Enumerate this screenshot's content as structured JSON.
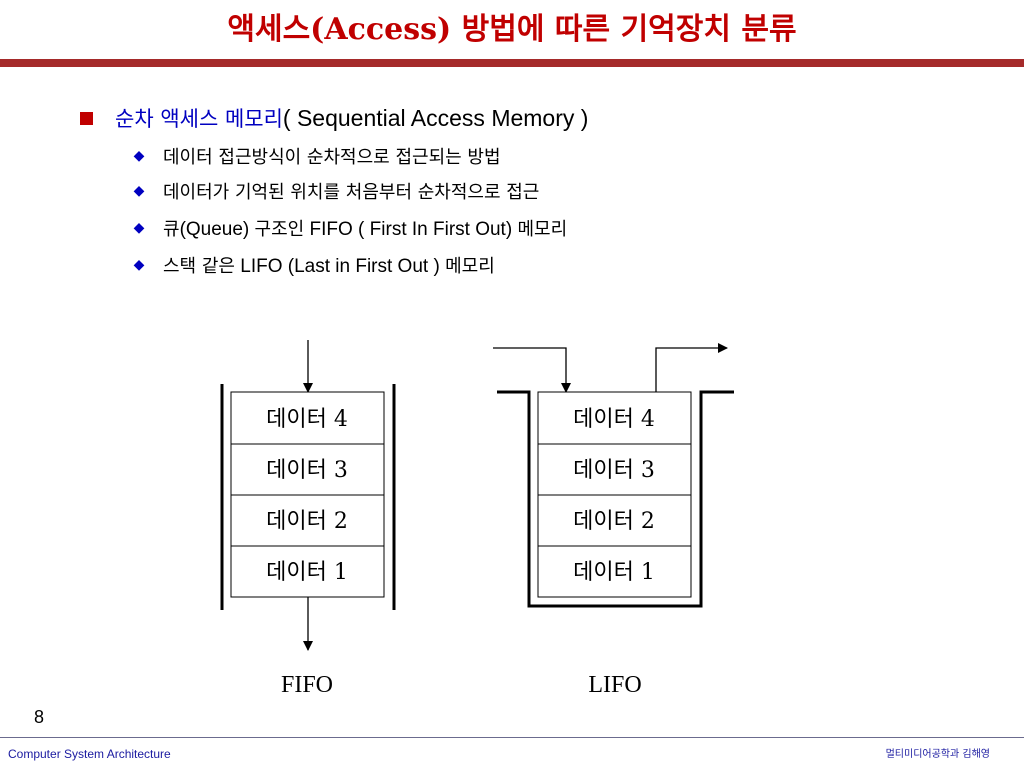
{
  "slide": {
    "title": "액세스(Access) 방법에 따른 기억장치 분류",
    "colors": {
      "title": "#c00000",
      "rule": "#a52a2a",
      "accent_text": "#0000c0"
    }
  },
  "bullets": {
    "main": {
      "ko": "순차 액세스 메모리",
      "en": "( Sequential Access Memory )"
    },
    "sub": [
      {
        "text": "데이터 접근방식이 순차적으로 접근되는 방법"
      },
      {
        "text": "데이터가 기억된 위치를 처음부터 순차적으로 접근"
      },
      {
        "ko_a": "큐",
        "en_a": "(Queue) ",
        "ko_b": "구조인",
        "en_b": " FIFO ( First In First Out) ",
        "ko_c": "메모리"
      },
      {
        "ko_a": "스택 같은",
        "en_a": " LIFO (Last in First Out ) ",
        "ko_b": "메모리"
      }
    ]
  },
  "diagram": {
    "fifo": {
      "cells": [
        "데이터 4",
        "데이터 3",
        "데이터 2",
        "데이터 1"
      ],
      "caption": "FIFO"
    },
    "lifo": {
      "cells": [
        "데이터 4",
        "데이터 3",
        "데이터 2",
        "데이터 1"
      ],
      "caption": "LIFO"
    }
  },
  "footer": {
    "page_number": "8",
    "left": "Computer System Architecture",
    "right": "멀티미디어공학과 김해영"
  }
}
